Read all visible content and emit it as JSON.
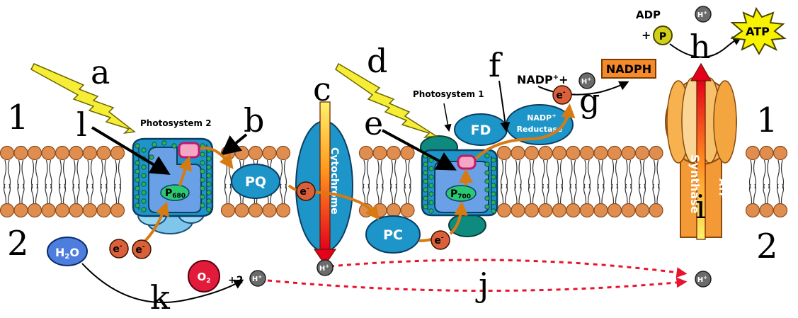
{
  "letters": {
    "a": "a",
    "b": "b",
    "c": "c",
    "d": "d",
    "e": "e",
    "f": "f",
    "g": "g",
    "h": "h",
    "i": "i",
    "j": "j",
    "k": "k",
    "l": "l"
  },
  "sides": {
    "top_left": "1",
    "top_right": "1",
    "bottom_left": "2",
    "bottom_right": "2"
  },
  "labels": {
    "ps2": "Photosystem 2",
    "ps1": "Photosystem 1",
    "pq": "PQ",
    "pc": "PC",
    "fd": "FD",
    "cytochrome": "Cytochrome",
    "nadp_reductase_1": "NADP",
    "nadp_reductase_sup": "+",
    "nadp_reductase_2": "Reductase",
    "p680_base": "P",
    "p680_sub": "680",
    "p700_base": "P",
    "p700_sub": "700",
    "h2o_base": "H",
    "h2o_sub": "2",
    "h2o_end": "O",
    "o2_base": "O",
    "o2_sub": "2",
    "plus2": "+2",
    "nadp_base": "NADP",
    "nadp_sup": "+",
    "nadp_plus": "+",
    "nadph": "NADPH",
    "adp": "ADP",
    "adp_plus": "+",
    "p": "P",
    "atp_star": "ATP",
    "atp_synthase_1": "ATP",
    "atp_synthase_2": "Synthase",
    "electron": "e",
    "electron_sup": "-",
    "proton": "H",
    "proton_sup": "+"
  },
  "colors": {
    "head": "#e08e4f",
    "head_stroke": "#8a4a1c",
    "protein_blue": "#1e95c8",
    "protein_dark": "#0b6f96",
    "protein_light": "#6aa0e6",
    "teal": "#0e8a7e",
    "electron": "#d9603a",
    "proton": "#6b6b6b",
    "water": "#4d7ddd",
    "oxygen": "#e21b3a",
    "phosphate": "#d2cf1a",
    "atp_star": "#f7f200",
    "nadph_box": "#f58a2a",
    "arrow_orange": "#d77a12",
    "dotted_red": "#e8142e",
    "lightning": "#f6ee36",
    "synthase_orange": "#f39a36",
    "synthase_pale": "#fbd596",
    "chlorophyll": "#2bb34a"
  }
}
